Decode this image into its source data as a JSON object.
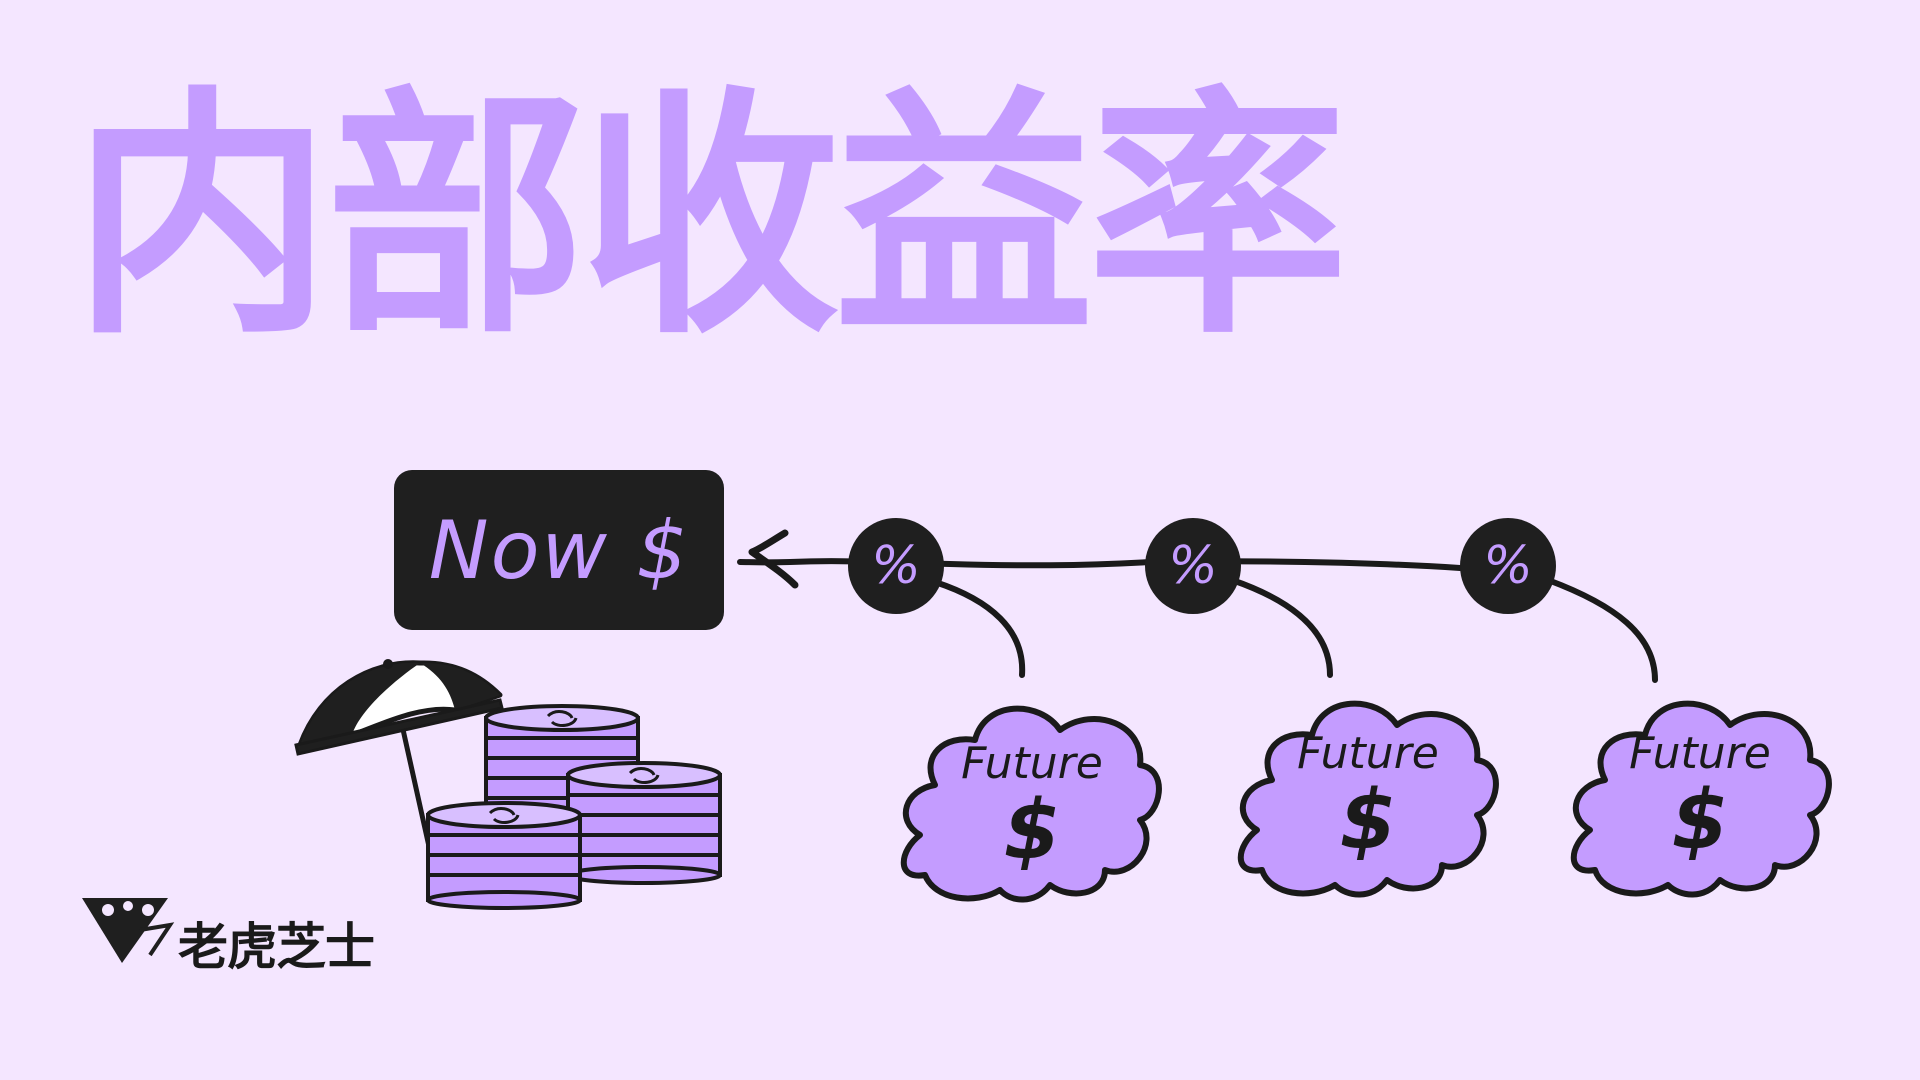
{
  "title": "内部收益率",
  "present_value": {
    "label": "Now $"
  },
  "discount_nodes": [
    {
      "symbol": "%"
    },
    {
      "symbol": "%"
    },
    {
      "symbol": "%"
    }
  ],
  "future_cash_flows": [
    {
      "label": "Future",
      "symbol": "$"
    },
    {
      "label": "Future",
      "symbol": "$"
    },
    {
      "label": "Future",
      "symbol": "$"
    }
  ],
  "brand": {
    "name": "老虎芝士",
    "logo_icon": "tiger-cheese-logo-icon"
  },
  "illustration": {
    "icons": [
      "umbrella-icon",
      "coin-stack-icon"
    ]
  },
  "colors": {
    "background": "#f4e6ff",
    "accent": "#c49cff",
    "dark": "#1f1f1f"
  }
}
